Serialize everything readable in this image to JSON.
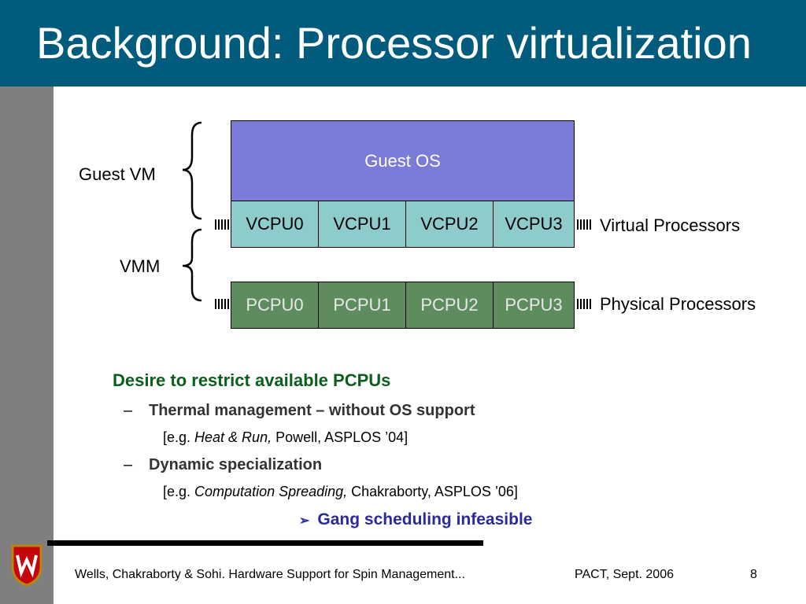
{
  "slide": {
    "title": "Background: Processor virtualization"
  },
  "diagram": {
    "guest_vm_label": "Guest VM",
    "vmm_label": "VMM",
    "guest_os_label": "Guest OS",
    "vcpus": [
      "VCPU0",
      "VCPU1",
      "VCPU2",
      "VCPU3"
    ],
    "pcpus": [
      "PCPU0",
      "PCPU1",
      "PCPU2",
      "PCPU3"
    ],
    "virtual_label": "Virtual Processors",
    "physical_label": "Physical Processors",
    "colors": {
      "guest_os": "#7b7bd8",
      "vcpu": "#8ecccc",
      "pcpu": "#5e8c5e"
    }
  },
  "content": {
    "bullet_main": "Desire to restrict available PCPUs",
    "sub1": "Thermal management – without OS support",
    "ref1_prefix": "[e.g. ",
    "ref1_italic": "Heat & Run,",
    "ref1_rest": " Powell, ASPLOS ’04]",
    "sub2": "Dynamic specialization",
    "ref2_prefix": "[e.g. ",
    "ref2_italic": "Computation Spreading,",
    "ref2_rest": " Chakraborty, ASPLOS ’06]",
    "conclusion": "Gang scheduling infeasible",
    "dash": "–",
    "arrow_icon": "➢"
  },
  "footer": {
    "authors": "Wells, Chakraborty & Sohi.  Hardware Support for Spin Management...",
    "venue": "PACT, Sept. 2006",
    "page": "8"
  }
}
